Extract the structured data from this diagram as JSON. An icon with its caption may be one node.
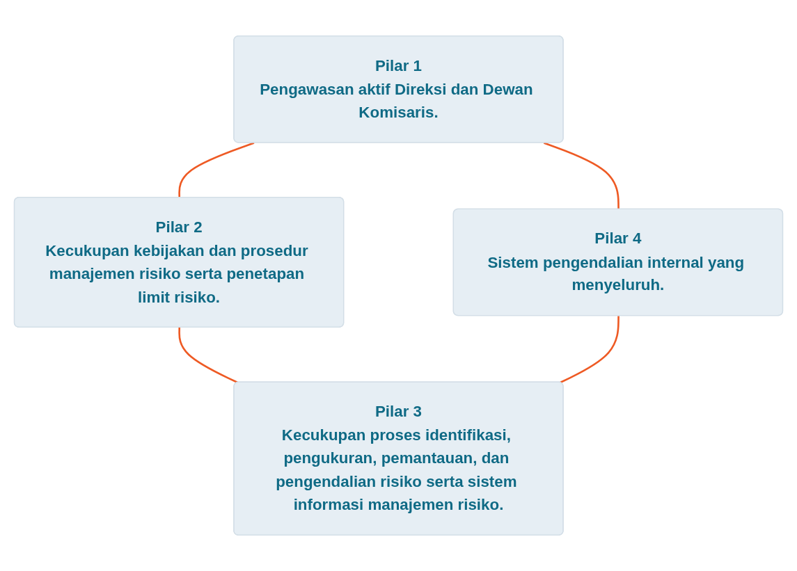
{
  "diagram": {
    "nodes": [
      {
        "text": [
          "Pilar 1",
          "Pengawasan aktif Direksi dan Dewan Komisaris."
        ]
      },
      {
        "text": [
          "Pilar 2",
          "Kecukupan kebijakan dan prosedur manajemen risiko serta penetapan limit risiko."
        ]
      },
      {
        "text": [
          "Pilar 3",
          "Kecukupan proses identifikasi, pengukuran, pemantauan, dan pengendalian risiko serta sistem informasi manajemen risiko."
        ]
      },
      {
        "text": [
          "Pilar 4",
          "Sistem pengendalian internal yang menyeluruh."
        ]
      }
    ],
    "edges": [
      {
        "from": 0,
        "to": 1,
        "arrow": "none"
      },
      {
        "from": 1,
        "to": 2,
        "arrow": "none"
      },
      {
        "from": 3,
        "to": 2,
        "arrow": "none"
      },
      {
        "from": 0,
        "to": 3,
        "arrow": "none"
      }
    ]
  }
}
